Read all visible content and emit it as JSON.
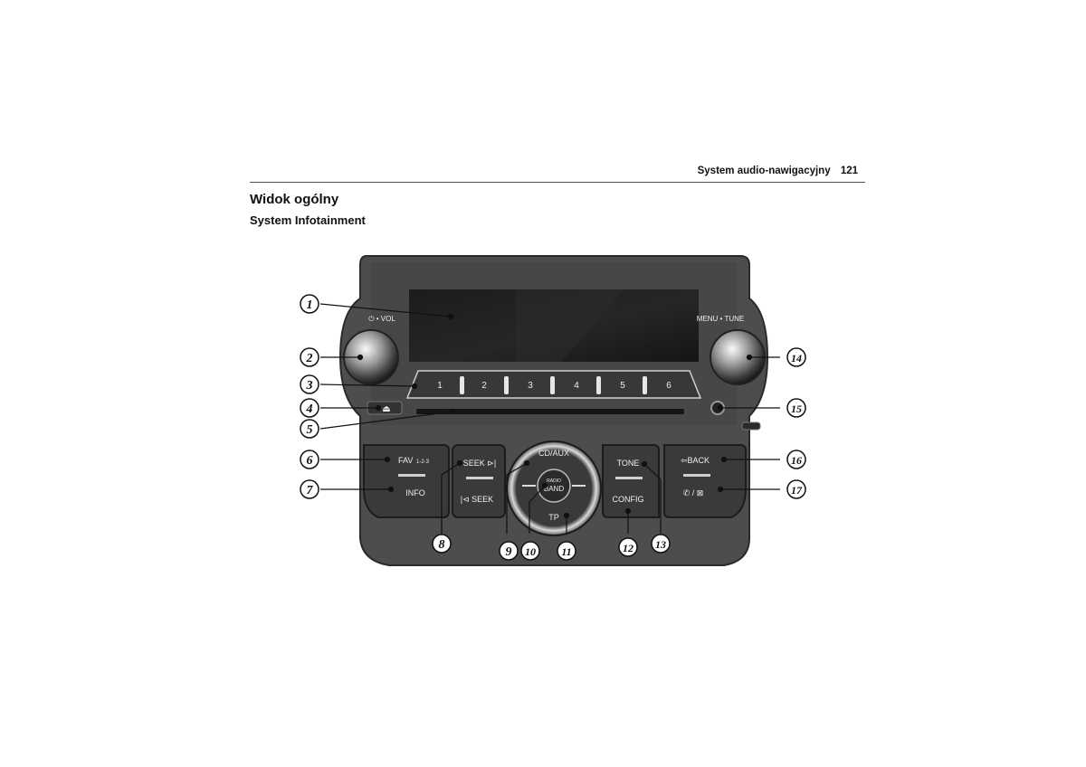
{
  "header": {
    "section": "System audio-nawigacyjny",
    "page_number": "121"
  },
  "titles": {
    "main": "Widok ogólny",
    "sub": "System Infotainment"
  },
  "device": {
    "vol_label": "⏻ • VOL",
    "menu_tune_label": "MENU • TUNE",
    "presets": [
      "1",
      "2",
      "3",
      "4",
      "5",
      "6"
    ],
    "eject_symbol": "⏏",
    "fav_label": "FAV",
    "fav_sub": "1-2-3",
    "info_label": "INFO",
    "seek_fwd_label": "SEEK ⊳|",
    "seek_back_label": "|⊲ SEEK",
    "cd_aux_label": "CD/AUX",
    "radio_label": "RADIO",
    "band_label": "BAND",
    "tp_label": "TP",
    "tone_label": "TONE",
    "config_label": "CONFIG",
    "back_label": "⇦BACK",
    "phone_mute_label": "✆ / ⊠"
  },
  "callouts": [
    "1",
    "2",
    "3",
    "4",
    "5",
    "6",
    "7",
    "8",
    "9",
    "10",
    "11",
    "12",
    "13",
    "14",
    "15",
    "16",
    "17"
  ]
}
